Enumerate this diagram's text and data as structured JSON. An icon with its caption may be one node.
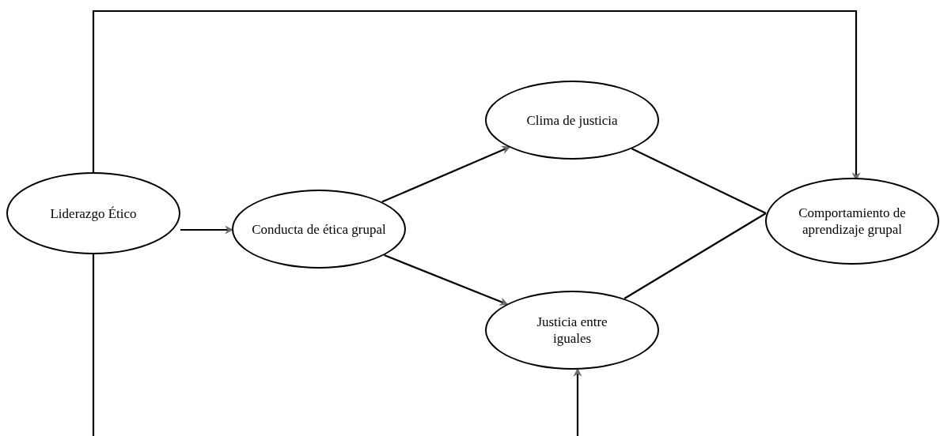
{
  "diagram": {
    "nodes": [
      {
        "text": [
          "Liderazgo Ético"
        ]
      },
      {
        "text": [
          "Conducta de ética grupal"
        ]
      },
      {
        "text": [
          "Clima de justicia"
        ]
      },
      {
        "text": [
          "Justicia entre iguales"
        ]
      },
      {
        "text": [
          "Comportamiento de aprendizaje grupal"
        ]
      }
    ],
    "edges": [
      {
        "from": 0,
        "to": 1,
        "arrow": "to"
      },
      {
        "from": 1,
        "to": 2,
        "arrow": "to"
      },
      {
        "from": 1,
        "to": 3,
        "arrow": "to"
      },
      {
        "from": 2,
        "to": 4,
        "arrow": "none"
      },
      {
        "from": 3,
        "to": 4,
        "arrow": "none"
      },
      {
        "from": 0,
        "to": 4,
        "arrow": "to"
      },
      {
        "from": 0,
        "to": 3,
        "arrow": "to"
      }
    ]
  }
}
